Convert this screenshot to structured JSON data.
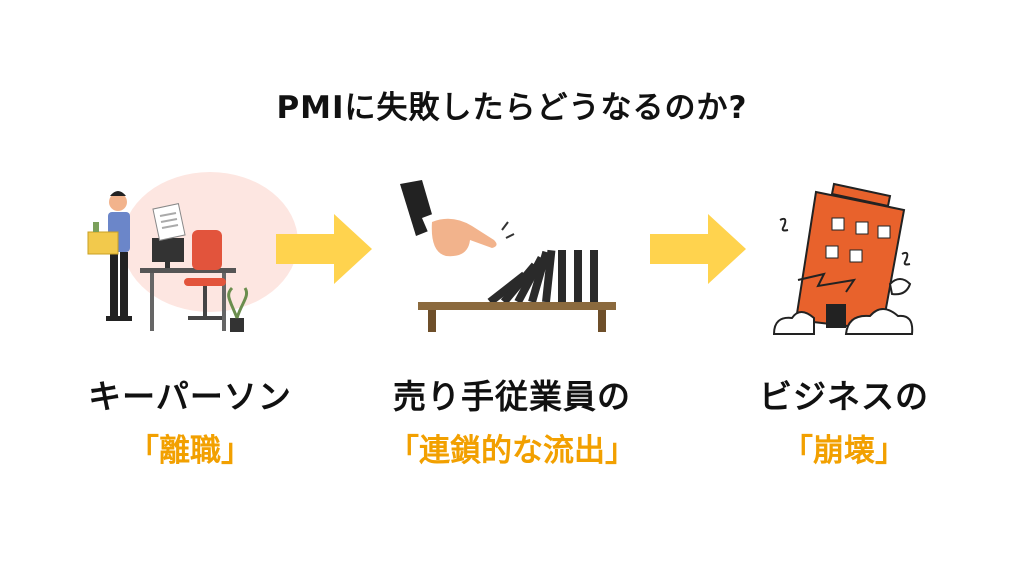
{
  "title": "PMIに失敗したらどうなるのか?",
  "steps": [
    {
      "label": "キーパーソン",
      "highlight": "「離職」",
      "icon": "resigning-person-icon"
    },
    {
      "label": "売り手従業員の",
      "highlight": "「連鎖的な流出」",
      "icon": "falling-dominoes-icon"
    },
    {
      "label": "ビジネスの",
      "highlight": "「崩壊」",
      "icon": "collapsing-building-icon"
    }
  ],
  "colors": {
    "accent": "#f2a000",
    "arrow": "#ffd34e",
    "building": "#e8622c",
    "text": "#111111"
  }
}
